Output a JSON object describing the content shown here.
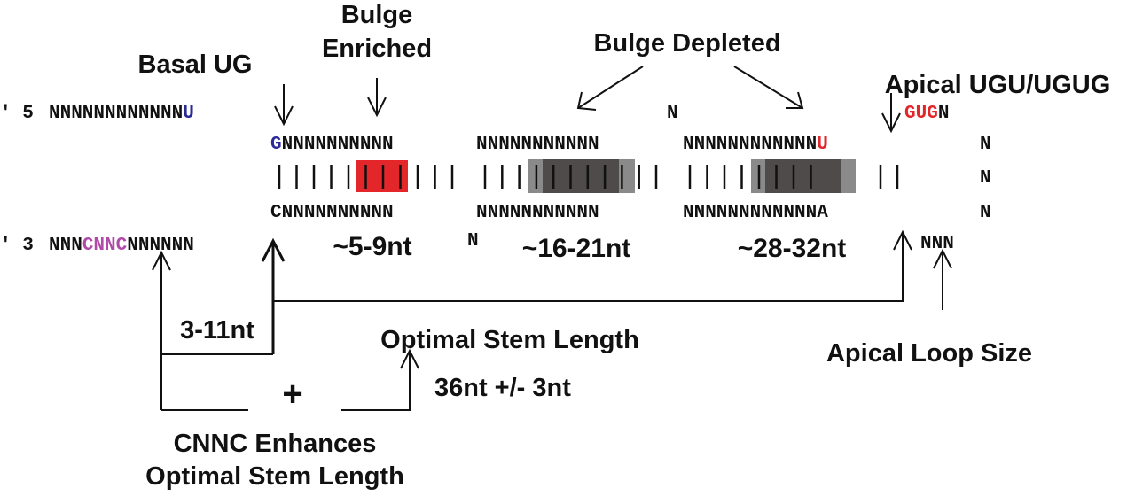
{
  "labels": {
    "basal_ug": "Basal UG",
    "bulge_enriched_1": "Bulge",
    "bulge_enriched_2": "Enriched",
    "bulge_depleted": "Bulge Depleted",
    "apical": "Apical UGU/UGUG",
    "optimal_stem": "Optimal Stem Length",
    "stem_value": "36nt +/- 3nt",
    "spacer": "3-11nt",
    "plus": "+",
    "apical_loop": "Apical Loop Size",
    "cnnc_1": "CNNC Enhances",
    "cnnc_2": "Optimal Stem Length"
  },
  "strand5": {
    "end": "′ 5",
    "seq": "NNNNNNNNNNNN",
    "u": "U"
  },
  "strand3": {
    "end": "′ 3",
    "pre": "NNN",
    "cnnc": "CNNC",
    "post": "NNNNNN"
  },
  "top_row": {
    "g": "G",
    "s1": "NNNNNNNNNN",
    "s2": "NNNNNNNNNNN",
    "s3": "NNNNNNNNNNNN",
    "u": "U",
    "loop": "N"
  },
  "bottom_row": {
    "c": "C",
    "s1": "NNNNNNNNNN",
    "s2": "NNNNNNNNNNN",
    "s3": "NNNNNNNNNNNN",
    "a": "A",
    "loop": "N"
  },
  "loop": {
    "gug": "GUG",
    "n_top": "N",
    "n_mid": "N",
    "nnn": "NNN",
    "bulge_n_top": "N",
    "bulge_n_bottom": "N"
  },
  "segments": {
    "seg1": "~5-9nt",
    "seg2": "~16-21nt",
    "seg3": "~28-32nt"
  },
  "colors": {
    "blue": "#2a2a9a",
    "red": "#e3262a",
    "magenta": "#b04aa8",
    "gray": "#555555"
  }
}
